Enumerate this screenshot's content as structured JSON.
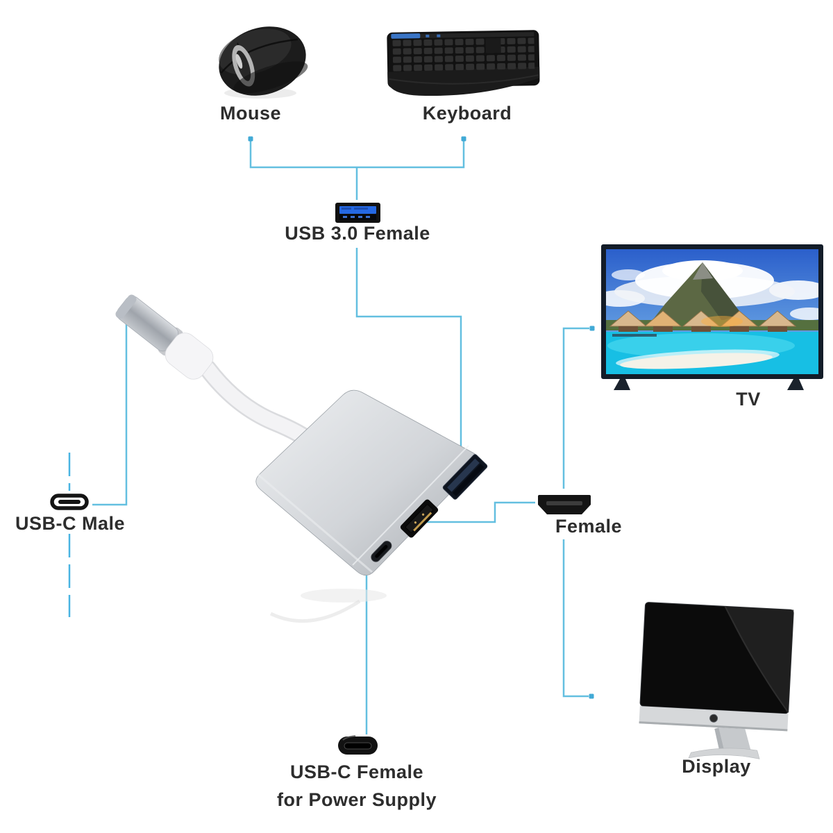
{
  "diagram": {
    "type": "product-connection-diagram",
    "subject": "USB-C 3-in-1 hub adapter with USB 3.0, HDMI and USB-C power ports",
    "background": "#ffffff",
    "connector_line_color": "#63bfe0",
    "node_dot_color": "#41aad6",
    "label_text_color": "#2d2d2d",
    "usb_port_blue": "#2468e4",
    "nodes": {
      "mouse": {
        "label": "Mouse",
        "icon": "mouse-image"
      },
      "keyboard": {
        "label": "Keyboard",
        "icon": "keyboard-image"
      },
      "usb3_female": {
        "label": "USB 3.0 Female",
        "icon": "usb3-female-port-icon"
      },
      "tv": {
        "label": "TV",
        "icon": "tv-image"
      },
      "usbc_male": {
        "label": "USB-C Male",
        "icon": "usbc-male-plug-icon"
      },
      "hdmi_female": {
        "label": "Female",
        "icon": "hdmi-female-port-icon"
      },
      "usbc_female": {
        "label_line1": "USB-C Female",
        "label_line2": "for Power Supply",
        "icon": "usbc-female-port-icon"
      },
      "display": {
        "label": "Display",
        "icon": "display-image"
      },
      "hub": {
        "icon": "usbc-hub-adapter-image"
      }
    }
  }
}
